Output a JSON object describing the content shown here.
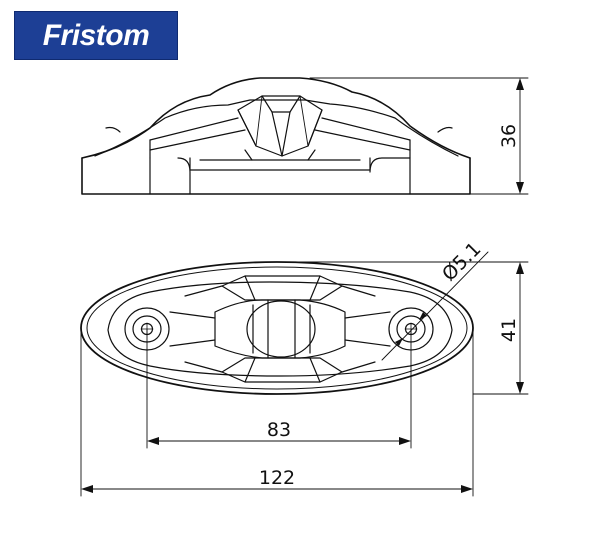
{
  "brand": {
    "name": "Fristom",
    "bg_color": "#1d3f95",
    "text_color": "#ffffff"
  },
  "dimensions": {
    "height": "36",
    "width": "41",
    "hole_spacing": "83",
    "length": "122",
    "hole_diameter": "Ø5.1"
  }
}
